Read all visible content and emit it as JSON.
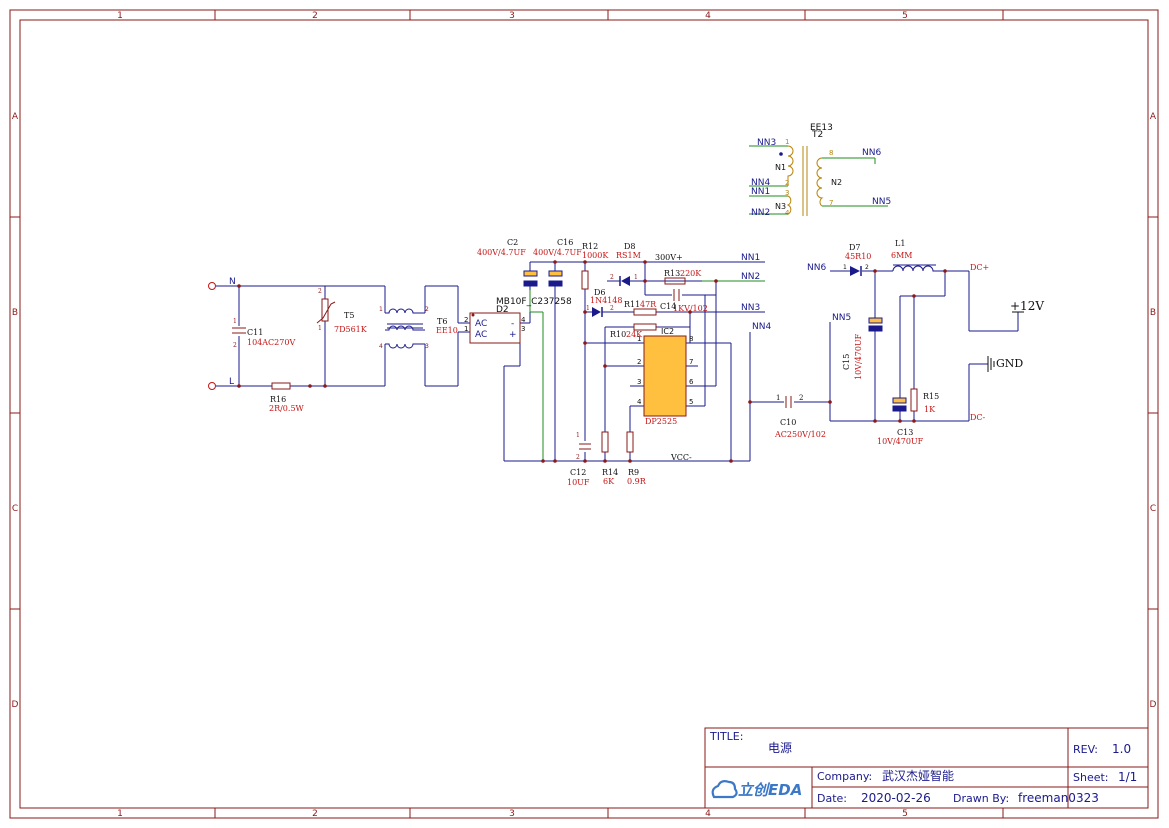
{
  "frame": {
    "columns": [
      "1",
      "2",
      "3",
      "4",
      "5"
    ],
    "rows": [
      "A",
      "B",
      "C",
      "D"
    ]
  },
  "title_block": {
    "title_label": "TITLE:",
    "title_value": "电源",
    "rev_label": "REV:",
    "rev_value": "1.0",
    "company_label": "Company:",
    "company_value": "武汉杰娅智能",
    "sheet_label": "Sheet:",
    "sheet_value": "1/1",
    "date_label": "Date:",
    "date_value": "2020-02-26",
    "drawn_label": "Drawn By:",
    "drawn_value": "freeman0323",
    "logo_text": "立创EDA"
  },
  "input": {
    "n_label": "N",
    "l_label": "L"
  },
  "components": {
    "C11": {
      "ref": "C11",
      "value": "104AC270V",
      "pin1": "1",
      "pin2": "2"
    },
    "R16": {
      "ref": "R16",
      "value": "2R/0.5W"
    },
    "T5": {
      "ref": "T5",
      "value": "7D561K",
      "pin1": "1",
      "pin2": "2"
    },
    "T6": {
      "ref": "T6",
      "value": "EE10",
      "p1": "1",
      "p2": "2",
      "p3": "3",
      "p4": "4"
    },
    "D2": {
      "ref": "D2",
      "value": "MB10F_C237258",
      "ac1": "AC",
      "ac2": "AC",
      "minus": "-",
      "plus": "+",
      "p1": "1",
      "p2": "2",
      "p3": "3",
      "p4": "4"
    },
    "C2": {
      "ref": "C2",
      "value": "400V/4.7UF"
    },
    "C16": {
      "ref": "C16",
      "value": "400V/4.7UF"
    },
    "R12": {
      "ref": "R12",
      "value": "1000K"
    },
    "D8": {
      "ref": "D8",
      "value": "RS1M",
      "p1": "1",
      "p2": "2"
    },
    "R13": {
      "ref": "R13",
      "value": "220K"
    },
    "D6": {
      "ref": "D6",
      "value": "1N4148",
      "p1": "1",
      "p2": "2"
    },
    "R11": {
      "ref": "R11",
      "value": "47R"
    },
    "C14": {
      "ref": "C14",
      "value": "1KV/102"
    },
    "R10": {
      "ref": "R10",
      "value": "24K"
    },
    "IC2": {
      "ref": "IC2",
      "value": "DP2525",
      "pins": [
        "1",
        "2",
        "3",
        "4",
        "8",
        "7",
        "6",
        "5"
      ]
    },
    "C12": {
      "ref": "C12",
      "value": "10UF",
      "p1": "1",
      "p2": "2"
    },
    "R14": {
      "ref": "R14",
      "value": "6K"
    },
    "R9": {
      "ref": "R9",
      "value": "0.9R"
    },
    "C10": {
      "ref": "C10",
      "value": "AC250V/102",
      "p1": "1",
      "p2": "2"
    },
    "D7": {
      "ref": "D7",
      "value": "45R10",
      "p1": "1",
      "p2": "2"
    },
    "L1": {
      "ref": "L1",
      "value": "6MM"
    },
    "C15": {
      "ref": "C15",
      "value": "10V/470UF"
    },
    "C13": {
      "ref": "C13",
      "value": "10V/470UF"
    },
    "R15": {
      "ref": "R15",
      "value": "1K"
    },
    "T2": {
      "ref": "T2",
      "value": "EE13",
      "n1": "N1",
      "n2": "N2",
      "n3": "N3",
      "p1": "1",
      "p2": "2",
      "p3": "3",
      "p4": "4",
      "p7": "7",
      "p8": "8"
    }
  },
  "nets": {
    "v300": "300V+",
    "vcc_minus": "VCC-",
    "nn1": "NN1",
    "nn2": "NN2",
    "nn3": "NN3",
    "nn4": "NN4",
    "nn5": "NN5",
    "nn6": "NN6",
    "dc_plus": "DC+",
    "dc_minus": "DC-",
    "v12": "+12V",
    "gnd": "GND"
  },
  "colors": {
    "frame": "#8b1a1a",
    "wire": "#1a1a8c",
    "green_wire": "#1e8c1e",
    "part": "#8b1a1a",
    "ref_text": "#111111",
    "value_text": "#c81414",
    "net_text": "#1a1a8c",
    "pin_num": "#8b1a1a",
    "fill_part": "#ffc040",
    "transformer": "#b8860b",
    "title_text": "#1a1a8c"
  }
}
